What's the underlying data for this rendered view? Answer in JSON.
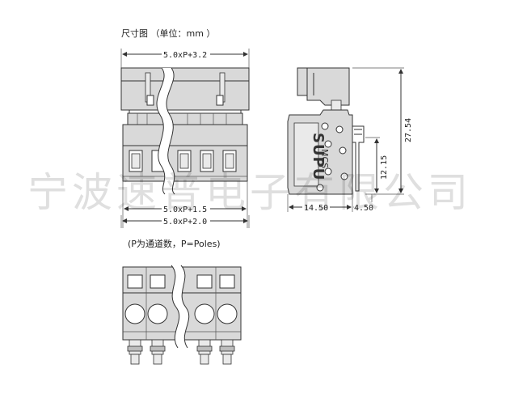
{
  "drawing": {
    "title": "尺寸图 （单位：mm ）",
    "poles_note": "(P为通道数，P=Poles)",
    "watermark": "宁波速普电子有限公司"
  },
  "front_view": {
    "dim_top": "5.0xP+3.2",
    "dim_mid": "5.0xP+1.5",
    "dim_bottom": "5.0xP+2.0"
  },
  "side_view": {
    "brand_text": "SUPU",
    "model_text": "MCS",
    "dim_height": "27.54",
    "dim_pin": "12.15",
    "dim_body_width": "14.50",
    "dim_pin_offset": "4.50"
  },
  "colors": {
    "body_fill": "#d9d9d9",
    "line": "#333333",
    "watermark": "#000000"
  }
}
